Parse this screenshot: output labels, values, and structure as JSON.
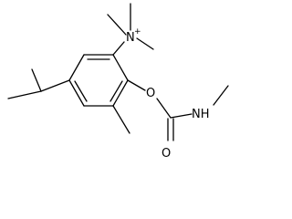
{
  "structure": {
    "atoms": {
      "n_label": "N",
      "n_charge": "+",
      "o_ether_label": "O",
      "o_carbonyl_label": "O",
      "nh_label": "NH"
    },
    "colors": {
      "bond": "#000000",
      "text": "#000000",
      "background": "#ffffff"
    }
  }
}
